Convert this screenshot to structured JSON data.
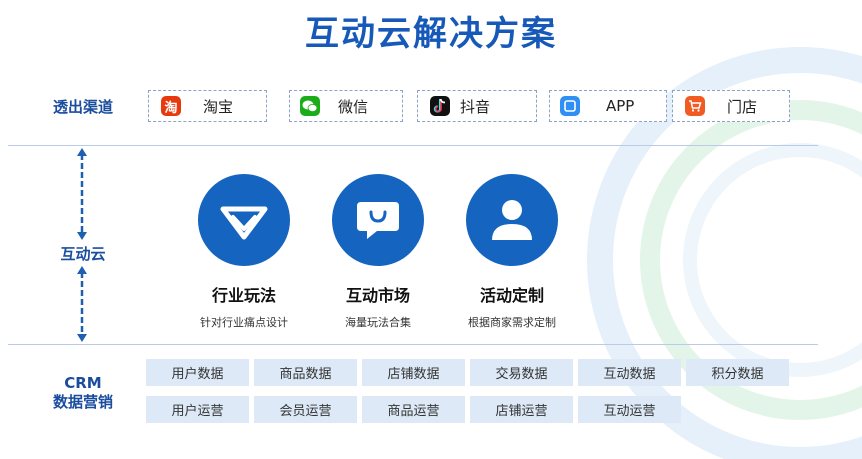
{
  "title": "互动云解决方案",
  "rows": {
    "channels_label": "透出渠道",
    "cloud_label": "互动云",
    "crm_label_line1": "CRM",
    "crm_label_line2": "数据营销"
  },
  "channels": [
    {
      "label": "淘宝",
      "icon": "taobao-icon",
      "icon_text": "淘",
      "color": "#e8380d"
    },
    {
      "label": "微信",
      "icon": "wechat-icon",
      "color": "#1aad19"
    },
    {
      "label": "抖音",
      "icon": "douyin-icon",
      "color": "#111111"
    },
    {
      "label": "APP",
      "icon": "app-icon",
      "color": "#2f8ff5"
    },
    {
      "label": "门店",
      "icon": "store-cart-icon",
      "color": "#f25a23"
    }
  ],
  "features": [
    {
      "title": "行业玩法",
      "subtitle": "针对行业痛点设计",
      "icon": "diamond-chevron-icon"
    },
    {
      "title": "互动市场",
      "subtitle": "海量玩法合集",
      "icon": "chat-bag-icon"
    },
    {
      "title": "活动定制",
      "subtitle": "根据商家需求定制",
      "icon": "user-icon"
    }
  ],
  "crm_row1": [
    "用户数据",
    "商品数据",
    "店铺数据",
    "交易数据",
    "互动数据",
    "积分数据"
  ],
  "crm_row2": [
    "用户运营",
    "会员运营",
    "商品运营",
    "店铺运营",
    "互动运营"
  ],
  "colors": {
    "accent": "#1565c0",
    "cell_bg": "#dde9f7",
    "title": "#1659b8"
  }
}
